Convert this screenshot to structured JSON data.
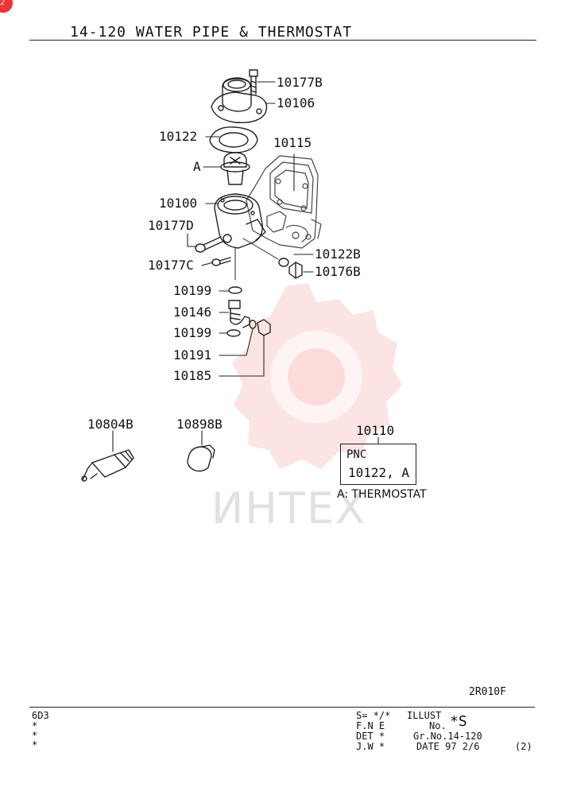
{
  "header": {
    "title": "14-120   WATER PIPE & THERMOSTAT"
  },
  "callouts": [
    {
      "id": "c1",
      "text": "10177B"
    },
    {
      "id": "c2",
      "text": "10106"
    },
    {
      "id": "c3",
      "text": "10122"
    },
    {
      "id": "c4",
      "text": "10115"
    },
    {
      "id": "c5",
      "text": "A"
    },
    {
      "id": "c6",
      "text": "10100"
    },
    {
      "id": "c7",
      "text": "10177D"
    },
    {
      "id": "c8",
      "text": "10122B"
    },
    {
      "id": "c9",
      "text": "10176B"
    },
    {
      "id": "c10",
      "text": "10177C"
    },
    {
      "id": "c11",
      "text": "10199"
    },
    {
      "id": "c12",
      "text": "10146"
    },
    {
      "id": "c13",
      "text": "10199"
    },
    {
      "id": "c14",
      "text": "10191"
    },
    {
      "id": "c15",
      "text": "10185"
    },
    {
      "id": "c16",
      "text": "10804B"
    },
    {
      "id": "c17",
      "text": "10898B"
    }
  ],
  "pnc_box": {
    "number": "10110",
    "header": "PNC",
    "value": "10122, A",
    "caption": "A: THERMOSTAT"
  },
  "diagram_code": "2R010F",
  "footer": {
    "left": [
      "6D3",
      "*",
      "*",
      "*"
    ],
    "s_line": "S= */*",
    "fne_line": "F.N E",
    "det_line": "DET *",
    "jw_line": "J.W *",
    "illust": "ILLUST",
    "no": "No.",
    "no_value": "*S",
    "grno": "Gr.No.14-120",
    "date": "DATE 97 2/6",
    "page": "(2)"
  },
  "watermark": {
    "text": "ИНТЕХ",
    "color": "#e8322d"
  },
  "corner_badge": "2"
}
